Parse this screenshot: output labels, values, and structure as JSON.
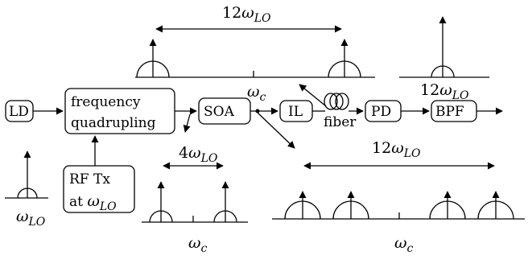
{
  "blocks": {
    "ld": "LD",
    "freq_line1": "frequency",
    "freq_line2": "quadrupling",
    "soa": "SOA",
    "il": "IL",
    "fiber": "fiber",
    "pd": "PD",
    "bpf": "BPF",
    "rf_line1": "RF Tx",
    "rf_line2_prefix": "at "
  },
  "symbols": {
    "omega": "ω",
    "sub_lo": "LO",
    "sub_c": "c"
  },
  "labels": {
    "top_spacing_coef": "12",
    "right_top_coef": "12",
    "mid_spacing_coef": "4",
    "bottom_spacing_coef": "12"
  }
}
